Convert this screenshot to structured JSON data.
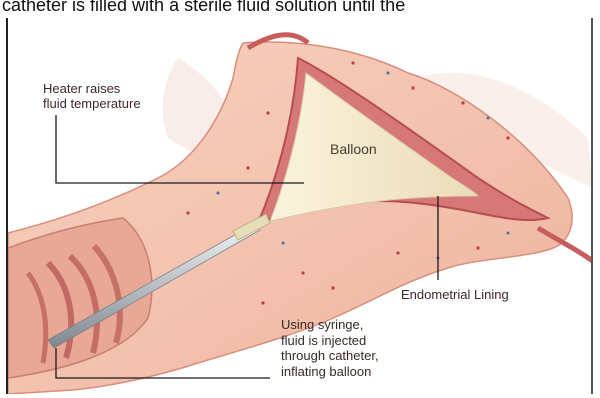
{
  "caption": "catheter is filled with a sterile fluid solution until the",
  "labels": {
    "heater": [
      "Heater raises",
      "fluid temperature"
    ],
    "balloon": "Balloon",
    "endometrial": "Endometrial Lining",
    "syringe": [
      "Using syringe,",
      "fluid is injected",
      "through catheter,",
      "inflating balloon"
    ]
  },
  "colors": {
    "tissue": "#f4c6b2",
    "tissue_dark": "#e7a591",
    "cavity": "#c96a6a",
    "balloon": "#f2e6c8",
    "catheter": "#cfd3d6",
    "line": "#1a1a1a"
  }
}
